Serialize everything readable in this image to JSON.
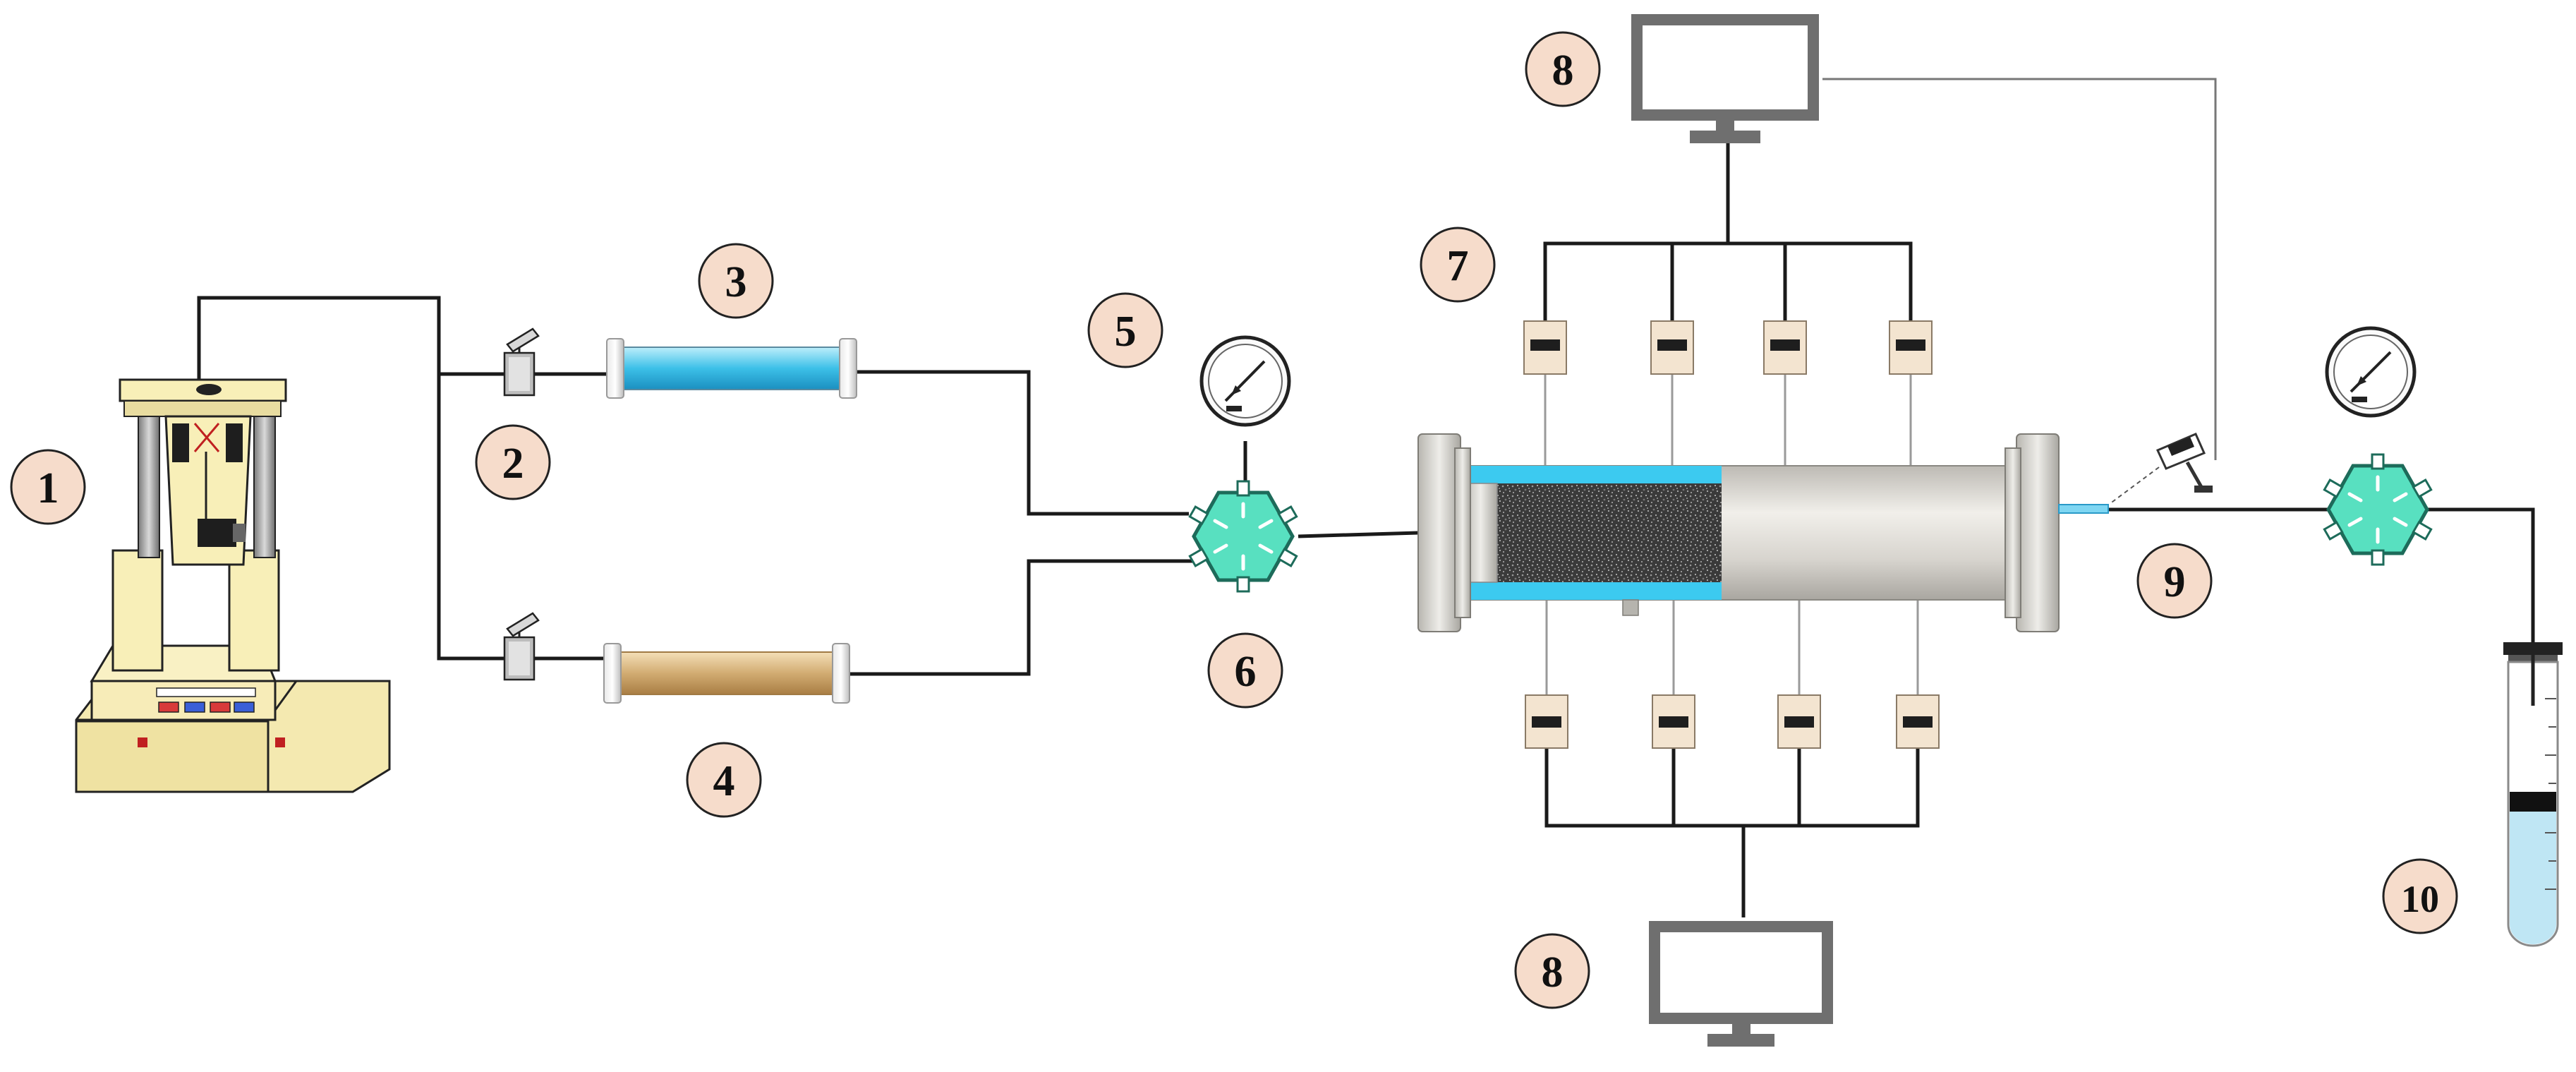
{
  "labels": {
    "n1": "1",
    "n2": "2",
    "n3": "3",
    "n4": "4",
    "n5": "5",
    "n6": "6",
    "n7": "7",
    "n8_top": "8",
    "n8_bottom": "8",
    "n9": "9",
    "n10": "10"
  },
  "colors": {
    "badge_fill": "#f6dccb",
    "press_body": "#f8efb8",
    "accumulator_blue": "#46c6ea",
    "accumulator_tan": "#d2ac72",
    "valve_teal": "#58e0c0",
    "core_sand": "#3c3c3c",
    "holder_gray": "#d4d2cc",
    "monitor_gray": "#6f6f6f",
    "collection_liquid": "#bfe6f4"
  },
  "icons": [
    "hydraulic-press-icon",
    "hand-valve-icon",
    "piston-accumulator-icon",
    "pressure-gauge-icon",
    "six-way-valve-icon",
    "core-holder-icon",
    "pressure-transducer-icon",
    "monitor-icon",
    "camera-icon",
    "graduated-cylinder-icon"
  ]
}
